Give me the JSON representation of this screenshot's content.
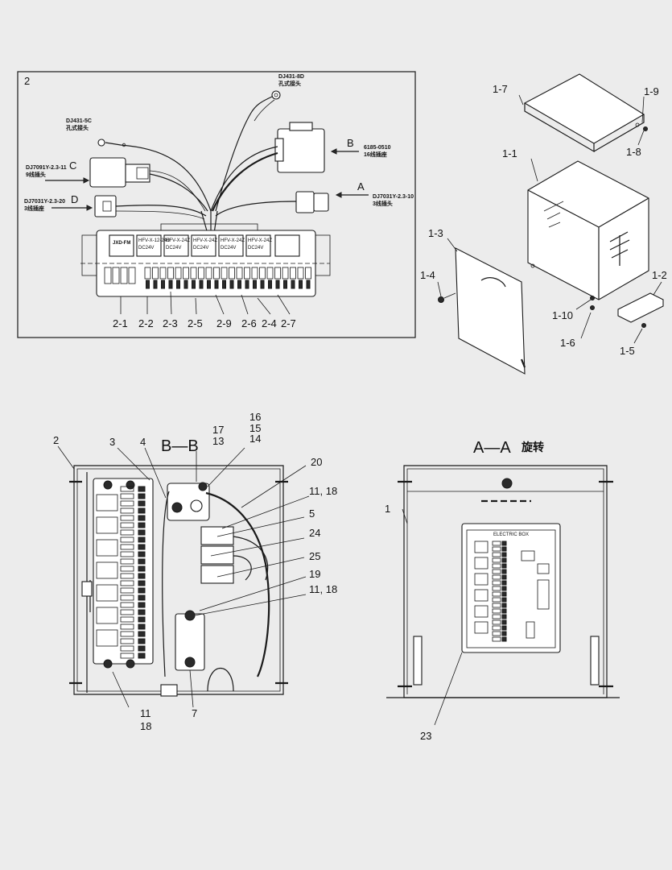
{
  "panel_detail": {
    "number": "2",
    "connectors": [
      {
        "code": "DJ431-8D",
        "desc": "孔式接头"
      },
      {
        "code": "DJ431-5C",
        "desc": "孔式接头"
      },
      {
        "code": "DJ7091Y-2.3-11",
        "desc": "9线插头",
        "letter": "C"
      },
      {
        "code": "DJ7031Y-2.3-20",
        "desc": "3线插座",
        "letter": "D"
      },
      {
        "code": "6185-0510",
        "desc": "16线插座",
        "letter": "B"
      },
      {
        "code": "DJ7031Y-2.3-10",
        "desc": "3线插头",
        "letter": "A"
      }
    ],
    "relay_labels": [
      "JXD-FM",
      "HFV-X-12-24D\nDC24V",
      "HFV-X-24Z\nDC24V",
      "HFV-X-24Z\nDC24V",
      "HFV-X-24Z\nDC24V",
      "HFV-X-24Z\nDC24V"
    ],
    "callouts": [
      "2-1",
      "2-2",
      "2-3",
      "2-5",
      "2-9",
      "2-6",
      "2-4",
      "2-7"
    ]
  },
  "exploded_view": {
    "callouts": [
      "1-7",
      "1-9",
      "1-8",
      "1-1",
      "1-3",
      "1-4",
      "1-2",
      "1-10",
      "1-6",
      "1-5"
    ]
  },
  "section_bb": {
    "title": "B—B",
    "callouts": [
      "2",
      "3",
      "4",
      "17",
      "13",
      "16",
      "15",
      "14",
      "20",
      "11, 18",
      "5",
      "24",
      "25",
      "19",
      "11, 18",
      "11",
      "18",
      "7"
    ]
  },
  "section_aa": {
    "title": "A—A",
    "rotation_note": "旋转",
    "box_label": "ELECTRIC BOX",
    "callouts": [
      "1",
      "23"
    ]
  }
}
